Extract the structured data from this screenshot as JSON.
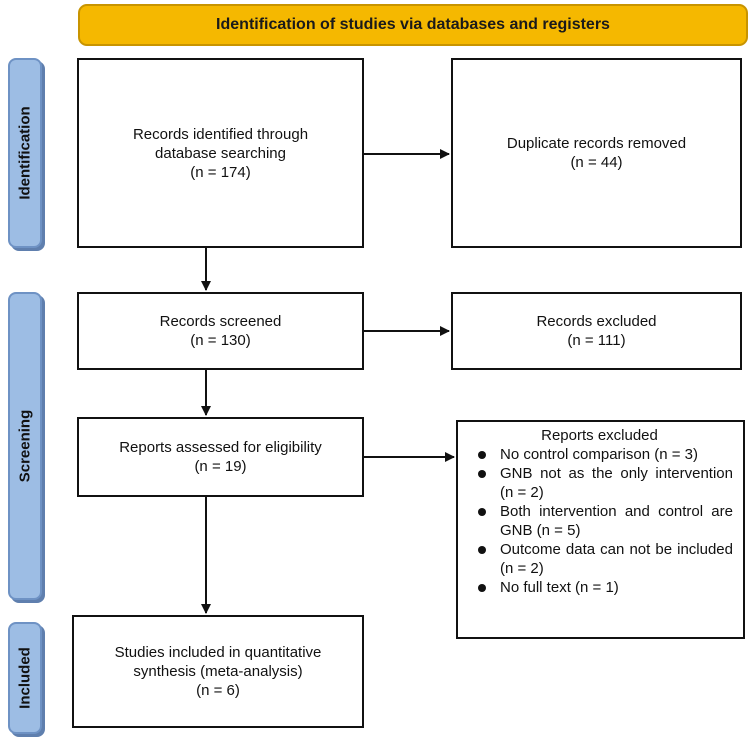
{
  "header": {
    "title": "Identification of studies via databases and registers"
  },
  "phases": {
    "identification": "Identification",
    "screening": "Screening",
    "included": "Included"
  },
  "boxes": {
    "records_identified": {
      "line1": "Records identified through",
      "line2": "database searching",
      "line3": "(n = 174)"
    },
    "duplicates_removed": {
      "line1": "Duplicate records removed",
      "line2": "(n = 44)"
    },
    "records_screened": {
      "line1": "Records screened",
      "line2": "(n = 130)"
    },
    "records_excluded": {
      "line1": "Records excluded",
      "line2": "(n = 111)"
    },
    "reports_assessed": {
      "line1": "Reports assessed for eligibility",
      "line2": "(n = 19)"
    },
    "studies_included": {
      "line1": "Studies included in quantitative",
      "line2": "synthesis (meta-analysis)",
      "line3": "(n = 6)"
    }
  },
  "reports_excluded": {
    "title": "Reports excluded",
    "items": [
      "No control comparison (n = 3)",
      "GNB not as the only intervention (n = 2)",
      "Both intervention and control are GNB (n = 5)",
      "Outcome data can not be included (n = 2)",
      "No full text (n = 1)"
    ]
  }
}
